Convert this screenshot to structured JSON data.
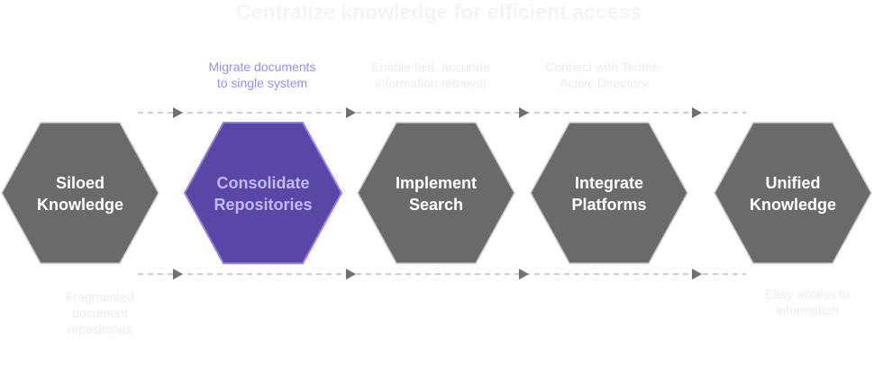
{
  "title": "Centralize knowledge for efficient access",
  "colors": {
    "hex_fill": "#6a6a6a",
    "hex_stroke": "#c9c9c9",
    "active_fill": "#5a46a4",
    "active_stroke": "#8f7ff0",
    "active_text": "#c2b8ff",
    "caption_active": "#9a8ff0",
    "caption_faded": "#ececec",
    "connector": "#bdbdbd"
  },
  "steps": [
    {
      "line1": "Siloed",
      "line2": "Knowledge",
      "caption1": "Fragmented",
      "caption2": "document",
      "caption3": "repositories"
    },
    {
      "line1": "Consolidate",
      "line2": "Repositories",
      "caption1": "Migrate documents",
      "caption2": "to single system"
    },
    {
      "line1": "Implement",
      "line2": "Search",
      "caption1": "Enable fast, accurate",
      "caption2": "information retrieval"
    },
    {
      "line1": "Integrate",
      "line2": "Platforms",
      "caption1": "Connect with Teams,",
      "caption2": "Active Directory"
    },
    {
      "line1": "Unified",
      "line2": "Knowledge",
      "caption1": "Easy access to",
      "caption2": "information"
    }
  ]
}
